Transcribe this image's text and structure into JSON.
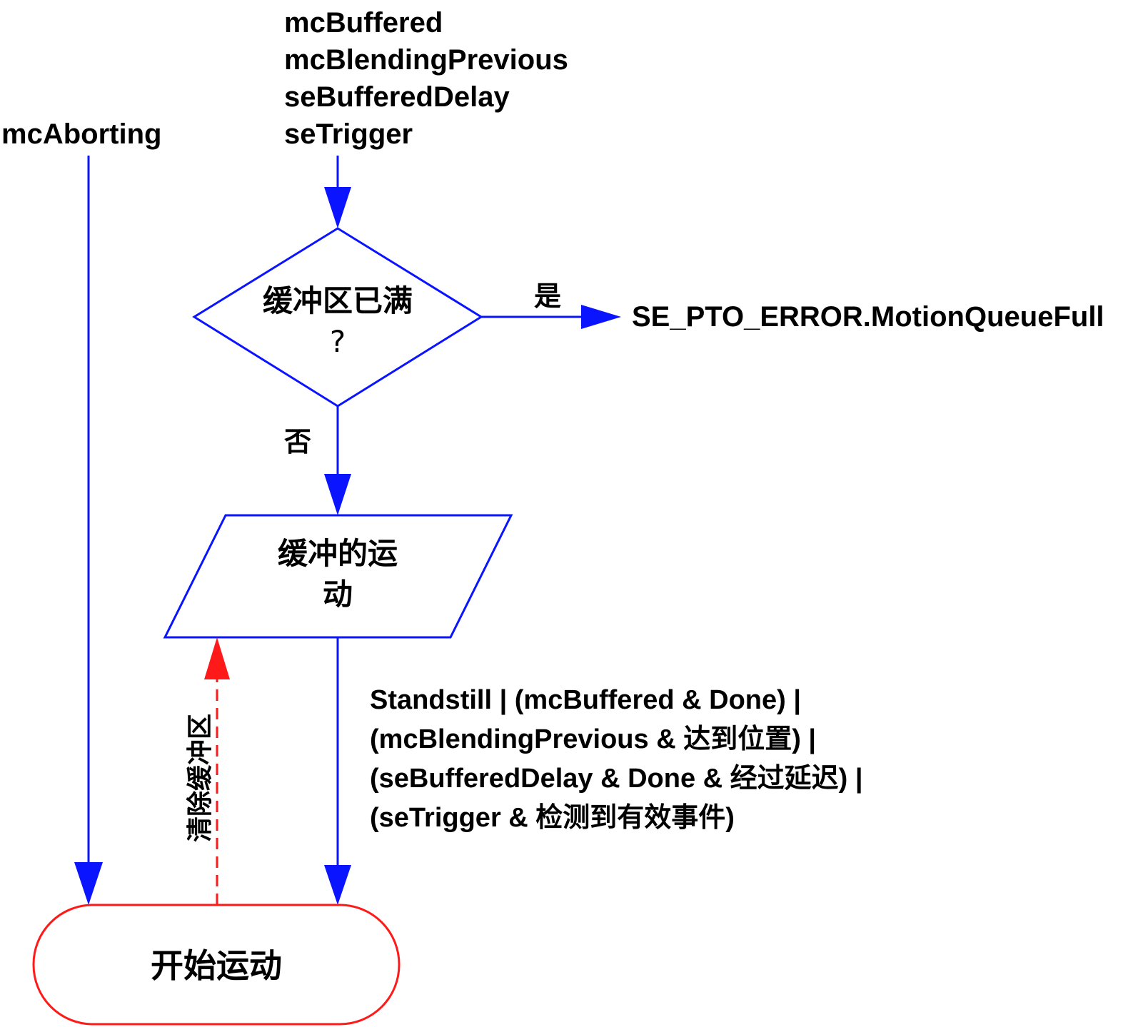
{
  "colors": {
    "flow": "#0a14ff",
    "clear": "#ff1a1a",
    "text": "#000000"
  },
  "inputs": {
    "abort": "mcAborting",
    "buffer_modes": [
      "mcBuffered",
      "mcBlendingPrevious",
      "seBufferedDelay",
      "seTrigger"
    ]
  },
  "decision": {
    "line1": "缓冲区已满",
    "line2": "?",
    "yes_label": "是",
    "no_label": "否"
  },
  "error_output": "SE_PTO_ERROR.MotionQueueFull",
  "buffered_motion": {
    "line1": "缓冲的运",
    "line2": "动"
  },
  "transition_condition": [
    "Standstill | (mcBuffered & Done) |",
    "(mcBlendingPrevious & 达到位置) |",
    "(seBufferedDelay & Done & 经过延迟) |",
    "(seTrigger & 检测到有效事件)"
  ],
  "clear_buffer_label": "清除缓冲区",
  "terminal": "开始运动"
}
